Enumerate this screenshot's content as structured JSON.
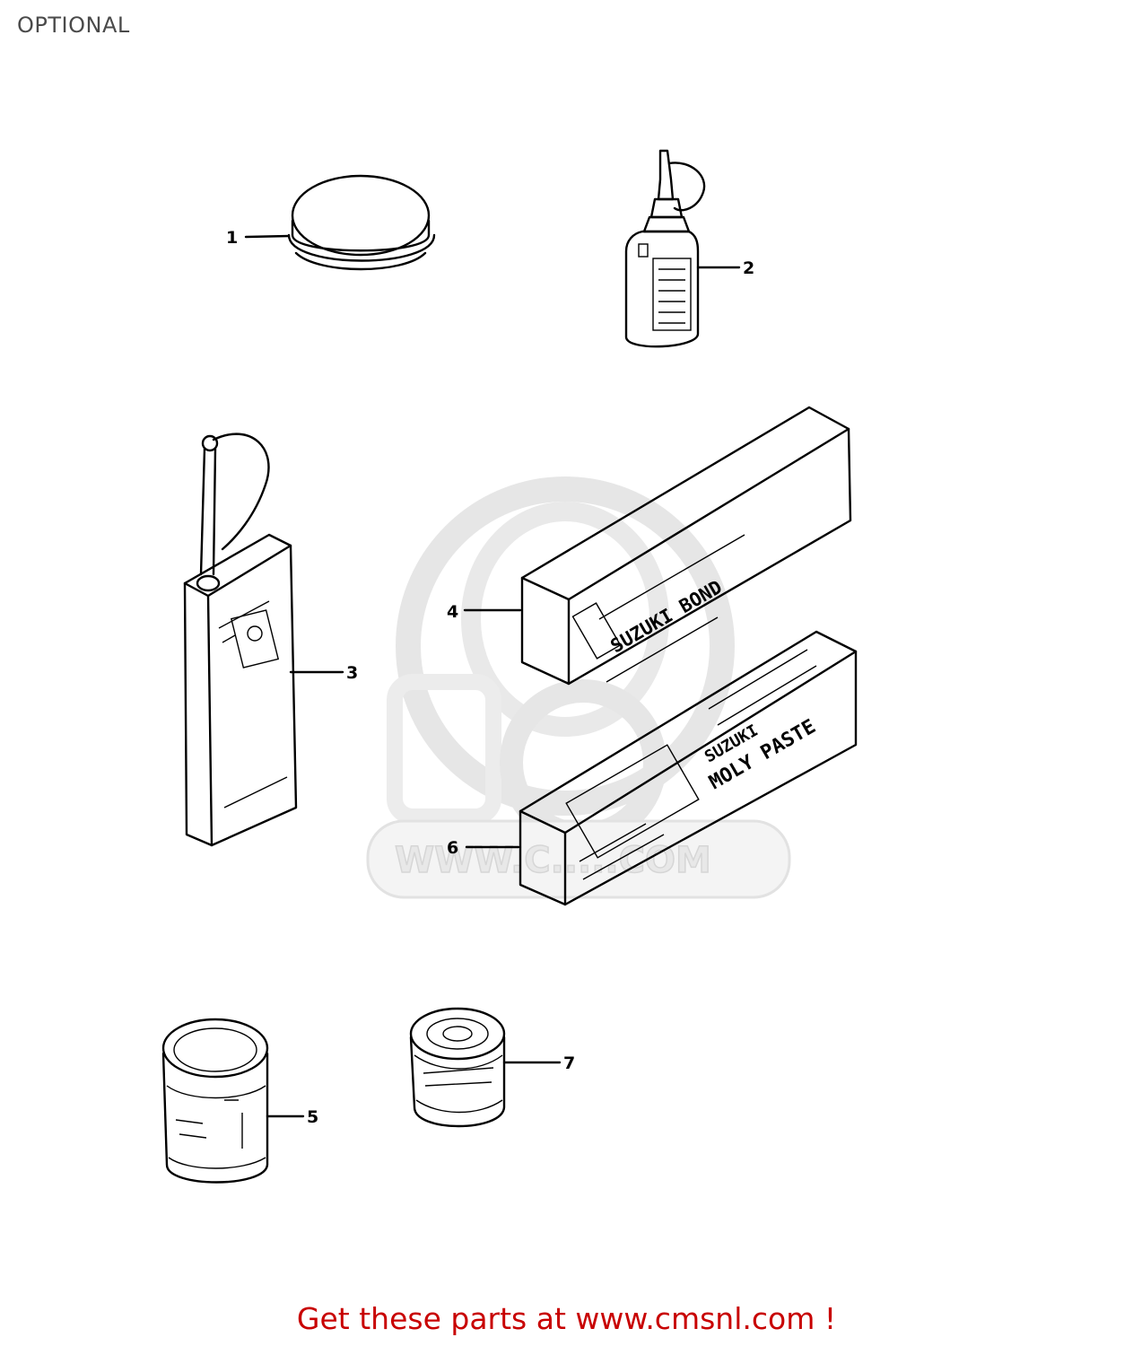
{
  "page": {
    "title": "OPTIONAL"
  },
  "parts": [
    {
      "ref": "1",
      "label": "1"
    },
    {
      "ref": "2",
      "label": "2"
    },
    {
      "ref": "3",
      "label": "3"
    },
    {
      "ref": "4",
      "label": "4"
    },
    {
      "ref": "5",
      "label": "5"
    },
    {
      "ref": "6",
      "label": "6"
    },
    {
      "ref": "7",
      "label": "7"
    }
  ],
  "box4": {
    "line1": "SUZUKI BOND"
  },
  "box6": {
    "line1": "SUZUKI",
    "line2": "MOLY PASTE"
  },
  "watermark": {
    "text": "WWW.C.....COM"
  },
  "banner": {
    "text": "Get these parts at www.cmsnl.com !"
  }
}
